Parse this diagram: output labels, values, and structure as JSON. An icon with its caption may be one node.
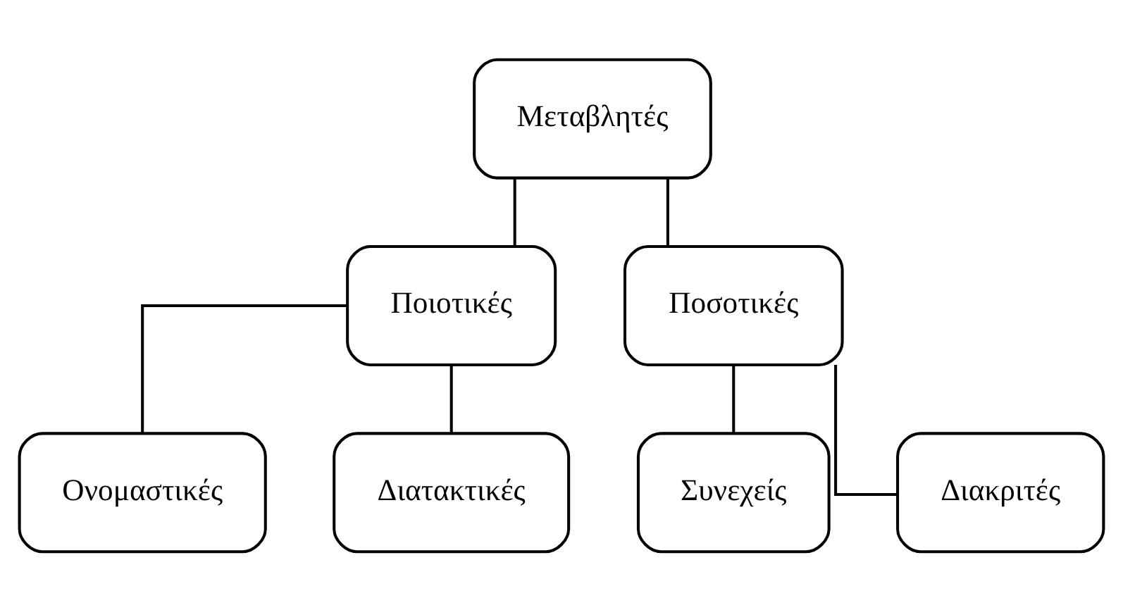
{
  "diagram": {
    "nodes": [
      {
        "text": [
          "Μεταβλητές"
        ]
      },
      {
        "text": [
          "Ποιοτικές"
        ]
      },
      {
        "text": [
          "Ποσοτικές"
        ]
      },
      {
        "text": [
          "Ονομαστικές"
        ]
      },
      {
        "text": [
          "Διατακτικές"
        ]
      },
      {
        "text": [
          "Συνεχείς"
        ]
      },
      {
        "text": [
          "Διακριτές"
        ]
      }
    ],
    "edges": [
      {
        "from": 0,
        "to": 1,
        "arrow": "none"
      },
      {
        "from": 0,
        "to": 2,
        "arrow": "none"
      },
      {
        "from": 1,
        "to": 3,
        "arrow": "none"
      },
      {
        "from": 1,
        "to": 4,
        "arrow": "none"
      },
      {
        "from": 2,
        "to": 5,
        "arrow": "none"
      },
      {
        "from": 2,
        "to": 6,
        "arrow": "none"
      }
    ]
  }
}
